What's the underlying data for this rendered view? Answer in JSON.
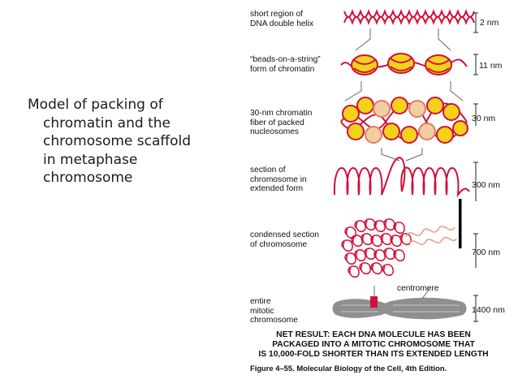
{
  "caption": {
    "lines": [
      "Model of packing of",
      "chromatin and the",
      "chromosome scaffold",
      "in metaphase",
      "chromosome"
    ]
  },
  "levels": [
    {
      "label_lines": [
        "short region of",
        "DNA double helix"
      ],
      "size": "2 nm"
    },
    {
      "label_lines": [
        "“beads-on-a-string”",
        "form of chromatin"
      ],
      "size": "11 nm"
    },
    {
      "label_lines": [
        "30-nm chromatin",
        "fiber of packed",
        "nucleosomes"
      ],
      "size": "30 nm"
    },
    {
      "label_lines": [
        "section of",
        "chromosome in",
        "extended form"
      ],
      "size": "300 nm"
    },
    {
      "label_lines": [
        "condensed section",
        "of chromosome"
      ],
      "size": "700 nm"
    },
    {
      "label_lines": [
        "entire",
        "mitotic",
        "chromosome"
      ],
      "size": "1400 nm"
    }
  ],
  "centromere_label": "centromere",
  "net_result": [
    "NET RESULT: EACH DNA MOLECULE HAS BEEN",
    "PACKAGED INTO A MITOTIC CHROMOSOME THAT",
    "IS 10,000-FOLD SHORTER THAN ITS EXTENDED LENGTH"
  ],
  "credit": "Figure 4–55. Molecular Biology of the Cell, 4th Edition.",
  "colors": {
    "dna": "#d0103a",
    "bead": "#f3d21a",
    "bead_pale": "#f2cfa0",
    "chromosome": "#8f8f8f",
    "centromere_mark": "#d0103a"
  }
}
